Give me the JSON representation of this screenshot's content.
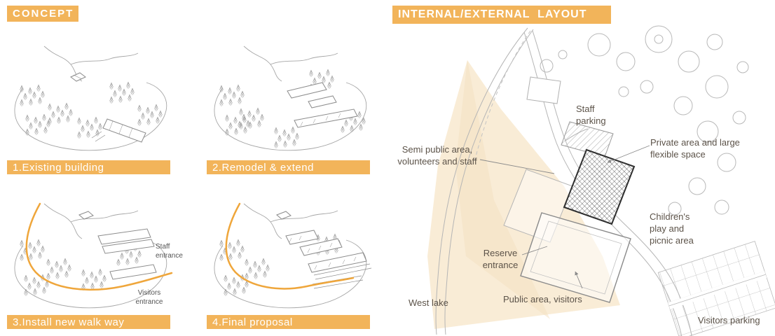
{
  "colors": {
    "accent": "#f2b45a",
    "walkway_orange": "#efa63b",
    "shaded_area": "#f7e7cc",
    "sketch_line": "#a6a6a6",
    "label_text": "#5c5349"
  },
  "left": {
    "title": "CONCEPT",
    "panels": [
      {
        "label": "1.Existing building"
      },
      {
        "label": "2.Remodel & extend"
      },
      {
        "label": "3.Install new walk way",
        "notes": [
          "Staff entrance",
          "Visitors entrance"
        ]
      },
      {
        "label": "4.Final proposal"
      }
    ]
  },
  "right": {
    "title": "INTERNAL/EXTERNAL  LAYOUT",
    "labels": {
      "staff_parking": "Staff parking",
      "private_area": "Private area and large flexible space",
      "semi_public": "Semi public area, volunteers and staff",
      "childrens_play": "Children's play and picnic area",
      "reserve_entrance": "Reserve entrance",
      "public_area": "Public area, visitors",
      "west_lake": "West lake",
      "visitors_parking": "Visitors parking"
    }
  }
}
